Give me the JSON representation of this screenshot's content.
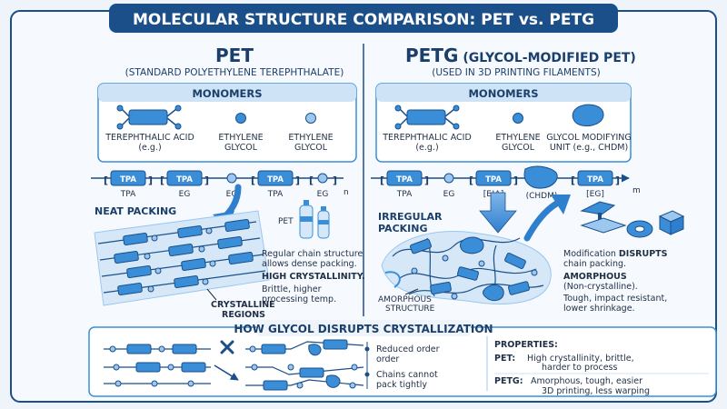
{
  "title": "MOLECULAR STRUCTURE COMPARISON: PET vs. PETG",
  "colors": {
    "primary": "#1b4f8a",
    "accent": "#3a8ed8",
    "light": "#cfe3f7",
    "ink": "#1f2f45"
  },
  "pet": {
    "heading": "PET",
    "subheading": "(STANDARD POLYETHYLENE TEREPHTHALATE)",
    "monomers_title": "MONOMERS",
    "monomers": [
      {
        "line1": "TEREPHTHALIC ACID",
        "line2": "(e.g.)",
        "icon": "tpa-molecule-icon"
      },
      {
        "line1": "ETHYLENE",
        "line2": "GLYCOL",
        "icon": "eg-molecule-icon"
      },
      {
        "line1": "ETHYLENE",
        "line2": "GLYCOL",
        "icon": "eg-molecule-icon"
      }
    ],
    "chain_units": [
      "TPA",
      "TPA",
      "TPA"
    ],
    "chain_labels": [
      "TPA",
      "EG",
      "EG",
      "TPA",
      "EG"
    ],
    "repeat": "n",
    "packing_title": "NEAT PACKING",
    "bottle_label": "PET",
    "desc1": "Regular chain structure",
    "desc2": "allows dense packing.",
    "crystallinity": "HIGH CRYSTALLINITY.",
    "desc3": "Brittle, higher",
    "desc4": "processing temp.",
    "region1": "CRYSTALLINE",
    "region2": "REGIONS"
  },
  "petg": {
    "heading": "PETG",
    "heading_suffix": "(GLYCOL-MODIFIED PET)",
    "subheading": "(USED IN 3D PRINTING FILAMENTS)",
    "monomers_title": "MONOMERS",
    "monomers": [
      {
        "line1": "TEREPHTHALIC ACID",
        "line2": "(e.g.)",
        "icon": "tpa-molecule-icon"
      },
      {
        "line1": "ETHYLENE",
        "line2": "GLYCOL",
        "icon": "eg-molecule-icon"
      },
      {
        "line1": "GLYCOL MODIFYING",
        "line2": "UNIT (e.g., CHDM)",
        "icon": "chdm-molecule-icon"
      }
    ],
    "chain_units": [
      "TPA",
      "TPA",
      "TPA"
    ],
    "chain_labels": [
      "TPA",
      "EG",
      "[E!A]",
      "(CHDM)",
      "[EG]"
    ],
    "repeat": "m",
    "packing_title1": "IRREGULAR",
    "packing_title2": "PACKING",
    "desc1a": "Modification",
    "desc1b": "DISRUPTS",
    "desc2": "chain packing.",
    "amorphous": "AMORPHOUS",
    "desc3": "(Non-crystalline).",
    "desc4": "Tough, impact resistant,",
    "desc5": "lower shrinkage.",
    "region1": "AMORPHOUS",
    "region2": "STRUCTURE"
  },
  "disrupt": {
    "title": "HOW GLYCOL DISRUPTS CRYSTALLIZATION",
    "note1a": "Reduced order",
    "note1b": "order",
    "note2a": "Chains cannot",
    "note2b": "pack tightly",
    "props_title": "PROPERTIES:",
    "pet_label": "PET:",
    "pet_line1": "High crystallinity, brittle,",
    "pet_line2": "harder to process",
    "petg_label": "PETG:",
    "petg_line1": "Amorphous, tough, easier",
    "petg_line2": "3D printing, less warping"
  }
}
